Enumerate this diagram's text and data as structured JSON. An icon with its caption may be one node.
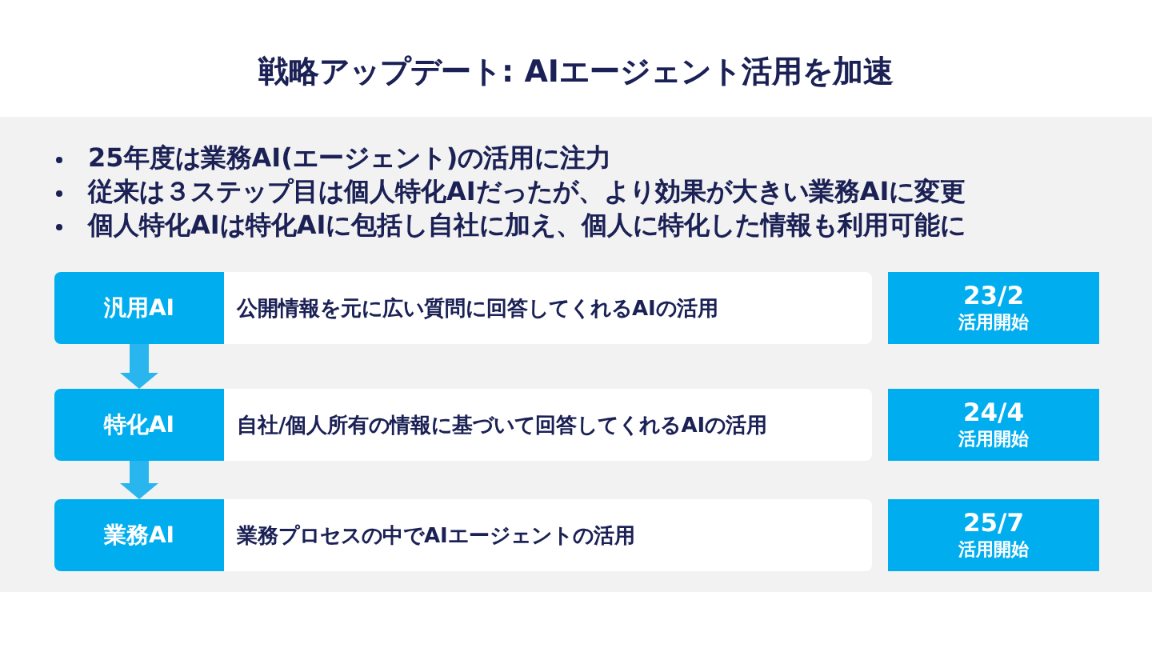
{
  "diagram": {
    "title": "戦略アップデート: AIエージェント活用を加速",
    "nodes": [
      {
        "text": [
          "汎用AI"
        ]
      },
      {
        "text": [
          "公開情報を元に広い質問に回答してくれるAIの活用"
        ]
      },
      {
        "text": [
          "23/2",
          "活用開始"
        ]
      },
      {
        "text": [
          "特化AI"
        ]
      },
      {
        "text": [
          "自社/個人所有の情報に基づいて回答してくれるAIの活用"
        ]
      },
      {
        "text": [
          "24/4",
          "活用開始"
        ]
      },
      {
        "text": [
          "業務AI"
        ]
      },
      {
        "text": [
          "業務プロセスの中でAIエージェントの活用"
        ]
      },
      {
        "text": [
          "25/7",
          "活用開始"
        ]
      }
    ],
    "edges": [
      {
        "from": 0,
        "to": 3,
        "arrow": "to"
      },
      {
        "from": 3,
        "to": 6,
        "arrow": "to"
      }
    ],
    "labels": [
      "25年度は業務AI(エージェント)の活用に注力",
      "従来は３ステップ目は個人特化AIだったが、より効果が大きい業務AIに変更",
      "個人特化AIは特化AIに包括し自社に加え、個人に特化した情報も利用可能に"
    ]
  }
}
